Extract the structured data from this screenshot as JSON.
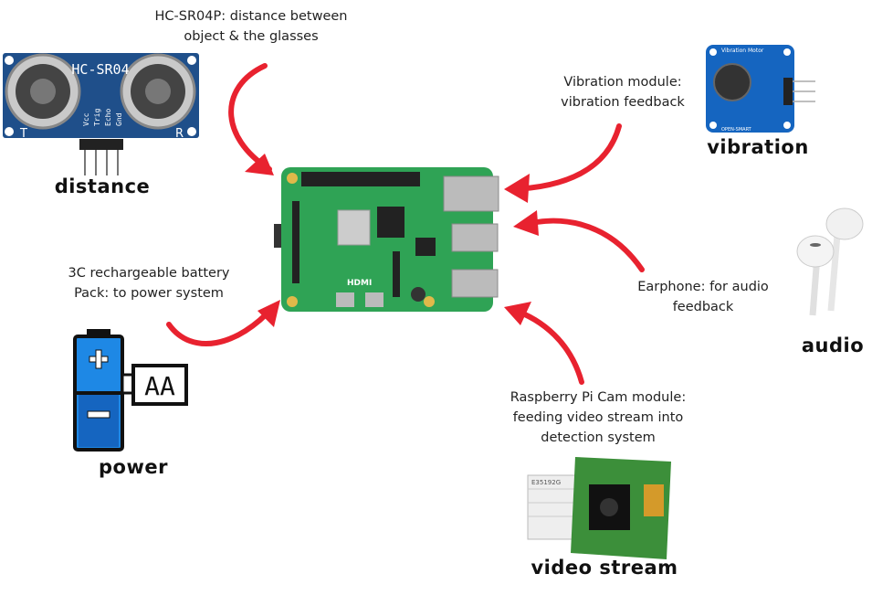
{
  "components": {
    "distance": {
      "caption_lines": [
        "HC-SR04P: distance between",
        "object & the glasses"
      ],
      "label": "distance",
      "board_text": "HC-SR04",
      "pins": [
        "Vcc",
        "Trig",
        "Echo",
        "Gnd"
      ],
      "side_left": "T",
      "side_right": "R"
    },
    "vibration": {
      "caption_lines": [
        "Vibration module:",
        "vibration feedback"
      ],
      "label": "vibration",
      "board_title": "Vibration Motor",
      "board_footer": "OPEN-SMART"
    },
    "audio": {
      "caption_lines": [
        "Earphone: for audio",
        "feedback"
      ],
      "label": "audio"
    },
    "power": {
      "caption_lines": [
        "3C rechargeable battery",
        "Pack: to power system"
      ],
      "label": "power",
      "battery_text": "AA"
    },
    "video": {
      "caption_lines": [
        "Raspberry Pi Cam module:",
        "feeding video stream into",
        "detection system"
      ],
      "label": "video stream",
      "cable_code": "E35192G"
    },
    "hub": {
      "board_text": "HDMI"
    }
  },
  "colors": {
    "arrow": "#e8222f",
    "pi_green": "#2fa355",
    "sensor_blue": "#1f4f8a",
    "vib_blue": "#1565c0",
    "cam_green": "#3c8f3a",
    "battery_blue": "#1e88e5"
  }
}
